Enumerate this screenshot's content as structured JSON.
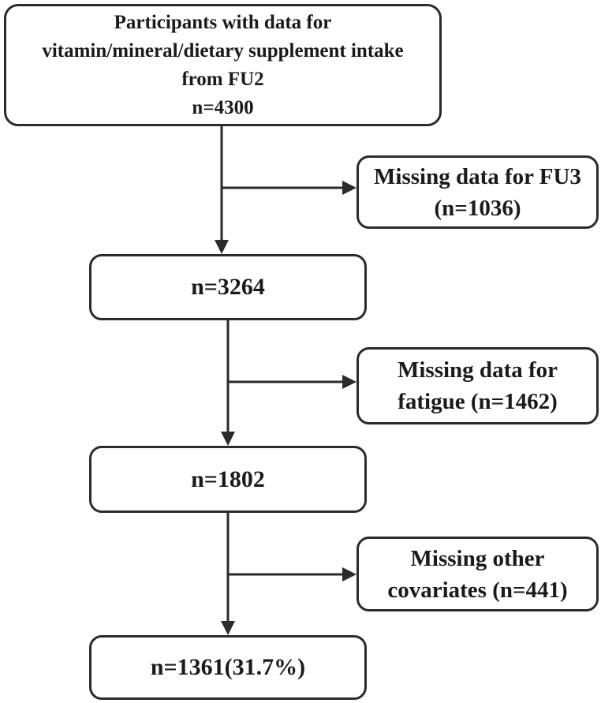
{
  "boxes": {
    "start": {
      "lines": [
        "Participants with data for",
        "vitamin/mineral/dietary supplement intake",
        "from FU2",
        "n=4300"
      ]
    },
    "excluded_fu3": {
      "lines": [
        "Missing data for FU3",
        "(n=1036)"
      ]
    },
    "after_fu3": {
      "lines": [
        "n=3264"
      ]
    },
    "excluded_fatigue": {
      "lines": [
        "Missing data for",
        "fatigue (n=1462)"
      ]
    },
    "after_fatigue": {
      "lines": [
        "n=1802"
      ]
    },
    "excluded_covariates": {
      "lines": [
        "Missing other",
        "covariates (n=441)"
      ]
    },
    "final": {
      "lines": [
        "n=1361(31.7%)"
      ]
    }
  },
  "colors": {
    "line": "#2b2b2b",
    "text": "#1a1a1a",
    "background": "#ffffff"
  }
}
